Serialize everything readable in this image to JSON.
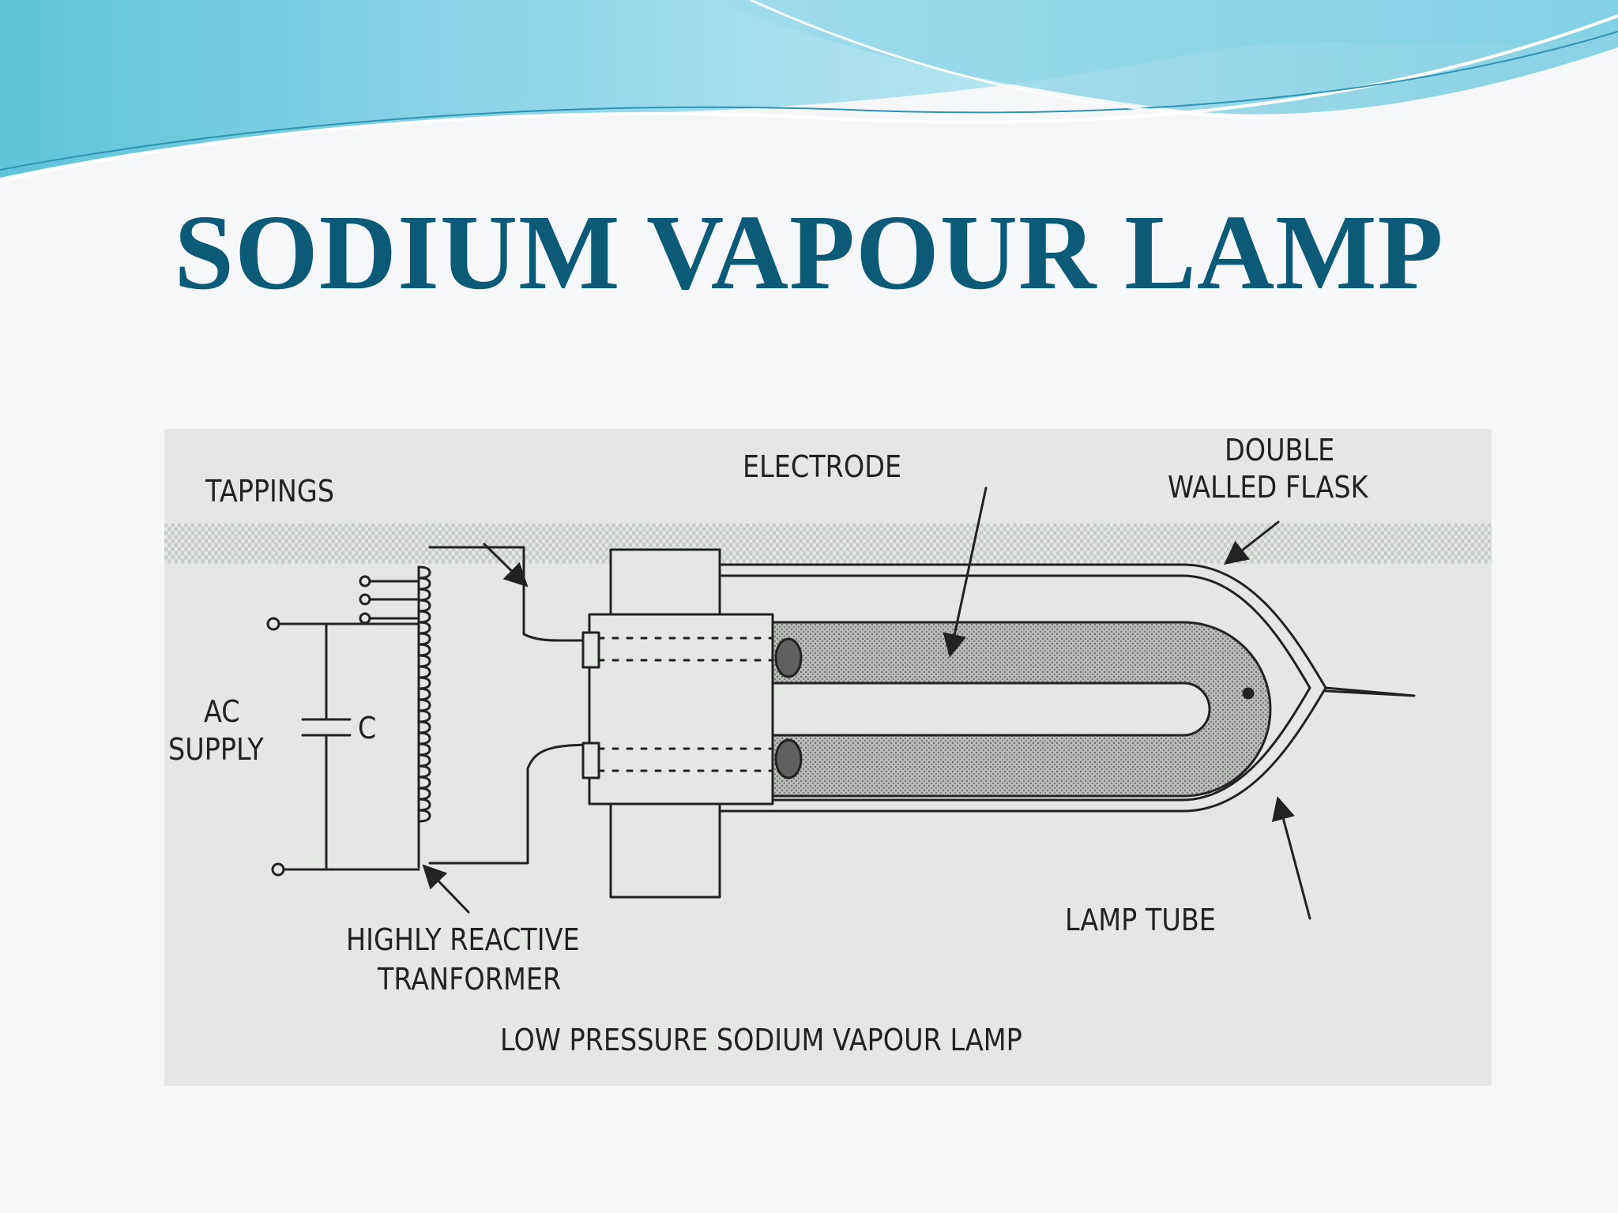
{
  "slide": {
    "title": "SODIUM VAPOUR LAMP",
    "title_color": "#0b5b78",
    "accent_colors": [
      "#7dd3e6",
      "#bfe9f2",
      "#3aa7c2"
    ]
  },
  "diagram": {
    "caption": "LOW PRESSURE SODIUM VAPOUR LAMP",
    "labels": {
      "tappings": "TAPPINGS",
      "electrode": "ELECTRODE",
      "flask_line1": "DOUBLE",
      "flask_line2": "WALLED FLASK",
      "ac_line1": "AC",
      "ac_line2": "SUPPLY",
      "capacitor": "C",
      "transformer_line1": "HIGHLY REACTIVE",
      "transformer_line2": "TRANFORMER",
      "lamp_tube": "LAMP TUBE"
    }
  }
}
